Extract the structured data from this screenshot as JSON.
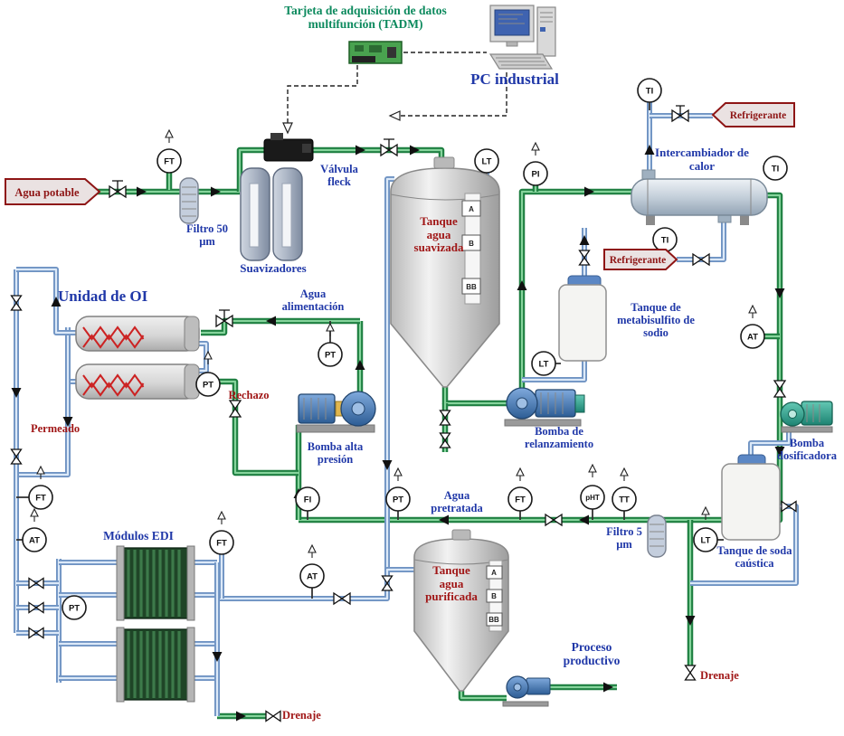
{
  "labels": {
    "tadm": "Tarjeta de adquisición de datos multifunción (TADM)",
    "pc": "PC industrial",
    "agua_potable": "Agua potable",
    "filtro_50": "Filtro 50 µm",
    "valvula_fleck": "Válvula fleck",
    "suavizadores": "Suavizadores",
    "tanque_agua_suavizada": "Tanque agua suavizada",
    "intercambiador": "Intercambiador de calor",
    "refrigerante": "Refrigerante",
    "tanque_metabisulfito": "Tanque de metabisulfito de sodio",
    "bomba_relanzamiento": "Bomba de relanzamiento",
    "bomba_dosificadora": "Bomba dosificadora",
    "tanque_soda": "Tanque de soda caústica",
    "unidad_oi": "Unidad de OI",
    "agua_alimentacion": "Agua alimentación",
    "rechazo": "Rechazo",
    "permeado": "Permeado",
    "bomba_alta_presion": "Bomba alta presión",
    "agua_pretratada": "Agua pretratada",
    "filtro_5": "Filtro 5 µm",
    "modulos_edi": "Módulos EDI",
    "tanque_agua_purificada": "Tanque agua purificada",
    "proceso_productivo": "Proceso productivo",
    "drenaje": "Drenaje"
  },
  "tags": {
    "FT": "FT",
    "LT": "LT",
    "PI": "PI",
    "TI": "TI",
    "PT": "PT",
    "AT": "AT",
    "FI": "FI",
    "pHT": "pHT",
    "TT": "TT"
  },
  "levels": {
    "a": "A",
    "b": "B",
    "bb": "BB"
  },
  "colors": {
    "pipe_green": "#1e7f41",
    "pipe_blue": "#6f93c3",
    "label_blue": "#2038a8",
    "label_red": "#a01616",
    "label_green": "#0d8a5e",
    "tag_border": "#8e1515"
  }
}
